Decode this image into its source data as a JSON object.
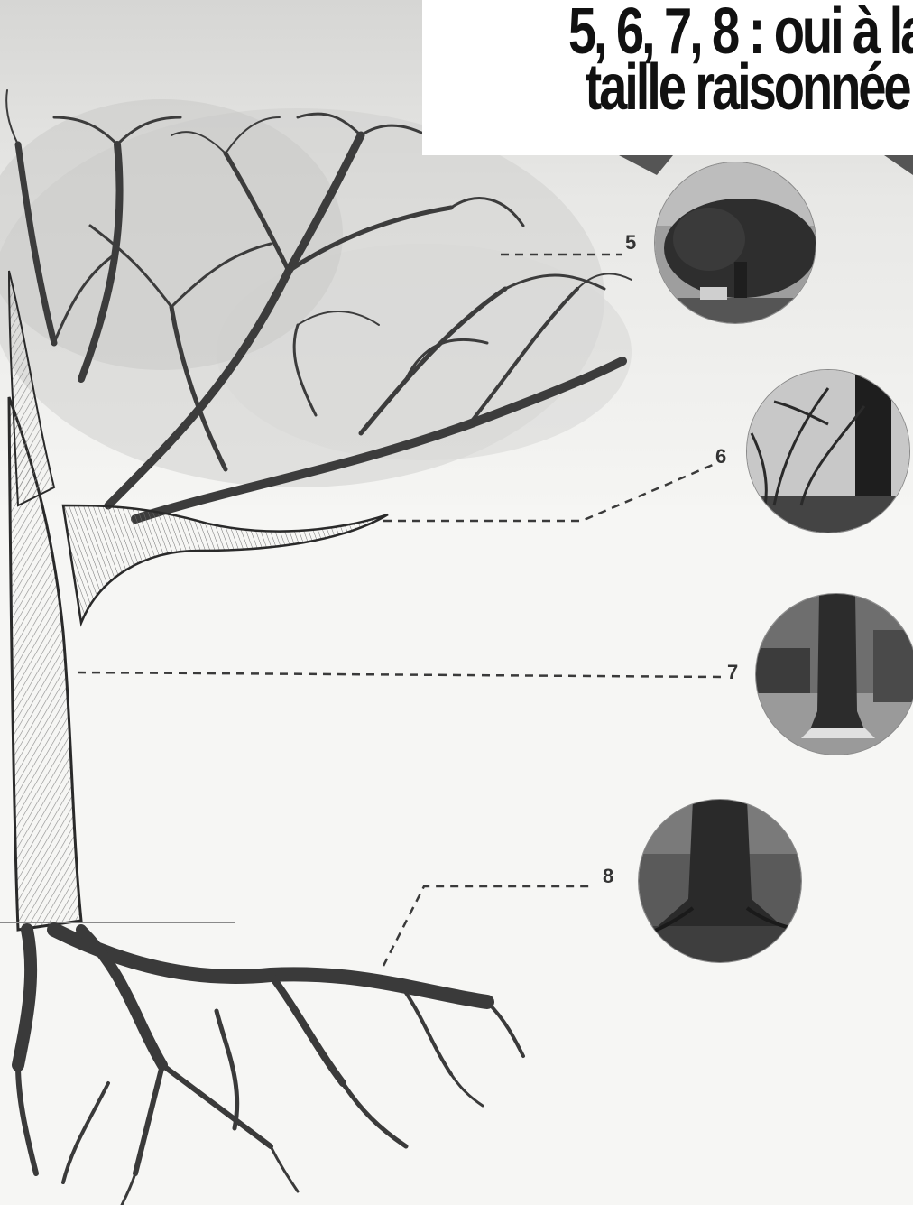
{
  "title": {
    "line1": "5, 6, 7, 8 : oui à la",
    "line2": "taille raisonnée"
  },
  "labels": [
    {
      "number": "5",
      "target": "crown",
      "photo_icon": "tree-crown-photo"
    },
    {
      "number": "6",
      "target": "main-branch",
      "photo_icon": "branch-photo"
    },
    {
      "number": "7",
      "target": "trunk",
      "photo_icon": "trunk-photo"
    },
    {
      "number": "8",
      "target": "roots",
      "photo_icon": "roots-photo"
    }
  ],
  "colors": {
    "ink": "#1a1a1a",
    "pencil": "#555555",
    "paper": "#f6f6f4",
    "accent": "#555555"
  }
}
